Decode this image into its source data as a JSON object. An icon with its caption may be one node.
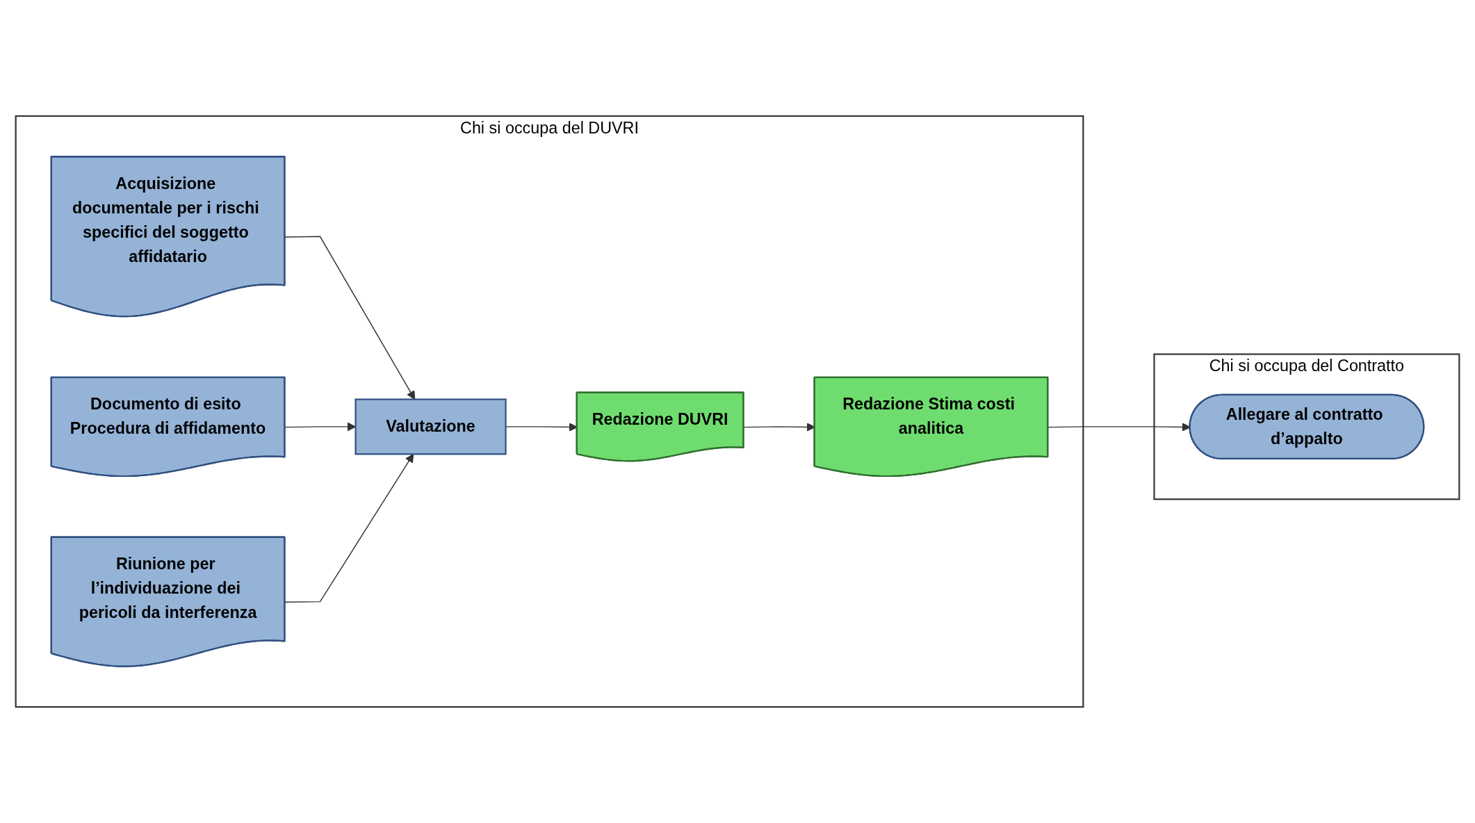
{
  "diagram": {
    "nodes": [
      {
        "text": [
          "Chi si occupa del DUVRI"
        ]
      },
      {
        "text": [
          "Acquisizione documentale per i rischi specifici del soggetto affidatario"
        ],
        "in": 0
      },
      {
        "text": [
          "Documento di esito Procedura di affidamento"
        ],
        "in": 0
      },
      {
        "text": [
          "Riunione per l’individuazione dei pericoli da interferenza"
        ],
        "in": 0
      },
      {
        "text": [
          "Valutazione"
        ],
        "in": 0
      },
      {
        "text": [
          "Redazione DUVRI"
        ],
        "in": 0
      },
      {
        "text": [
          "Redazione Stima costi analitica"
        ],
        "in": 0
      },
      {
        "text": [
          "Chi si occupa del Contratto"
        ]
      },
      {
        "text": [
          "Allegare al contratto d’appalto"
        ],
        "in": 7
      }
    ],
    "edges": [
      {
        "from": 1,
        "to": 4,
        "arrow": "to"
      },
      {
        "from": 2,
        "to": 4,
        "arrow": "to"
      },
      {
        "from": 3,
        "to": 4,
        "arrow": "to"
      },
      {
        "from": 4,
        "to": 5,
        "arrow": "to"
      },
      {
        "from": 5,
        "to": 6,
        "arrow": "to"
      },
      {
        "from": 6,
        "to": 8,
        "arrow": "to"
      }
    ]
  }
}
